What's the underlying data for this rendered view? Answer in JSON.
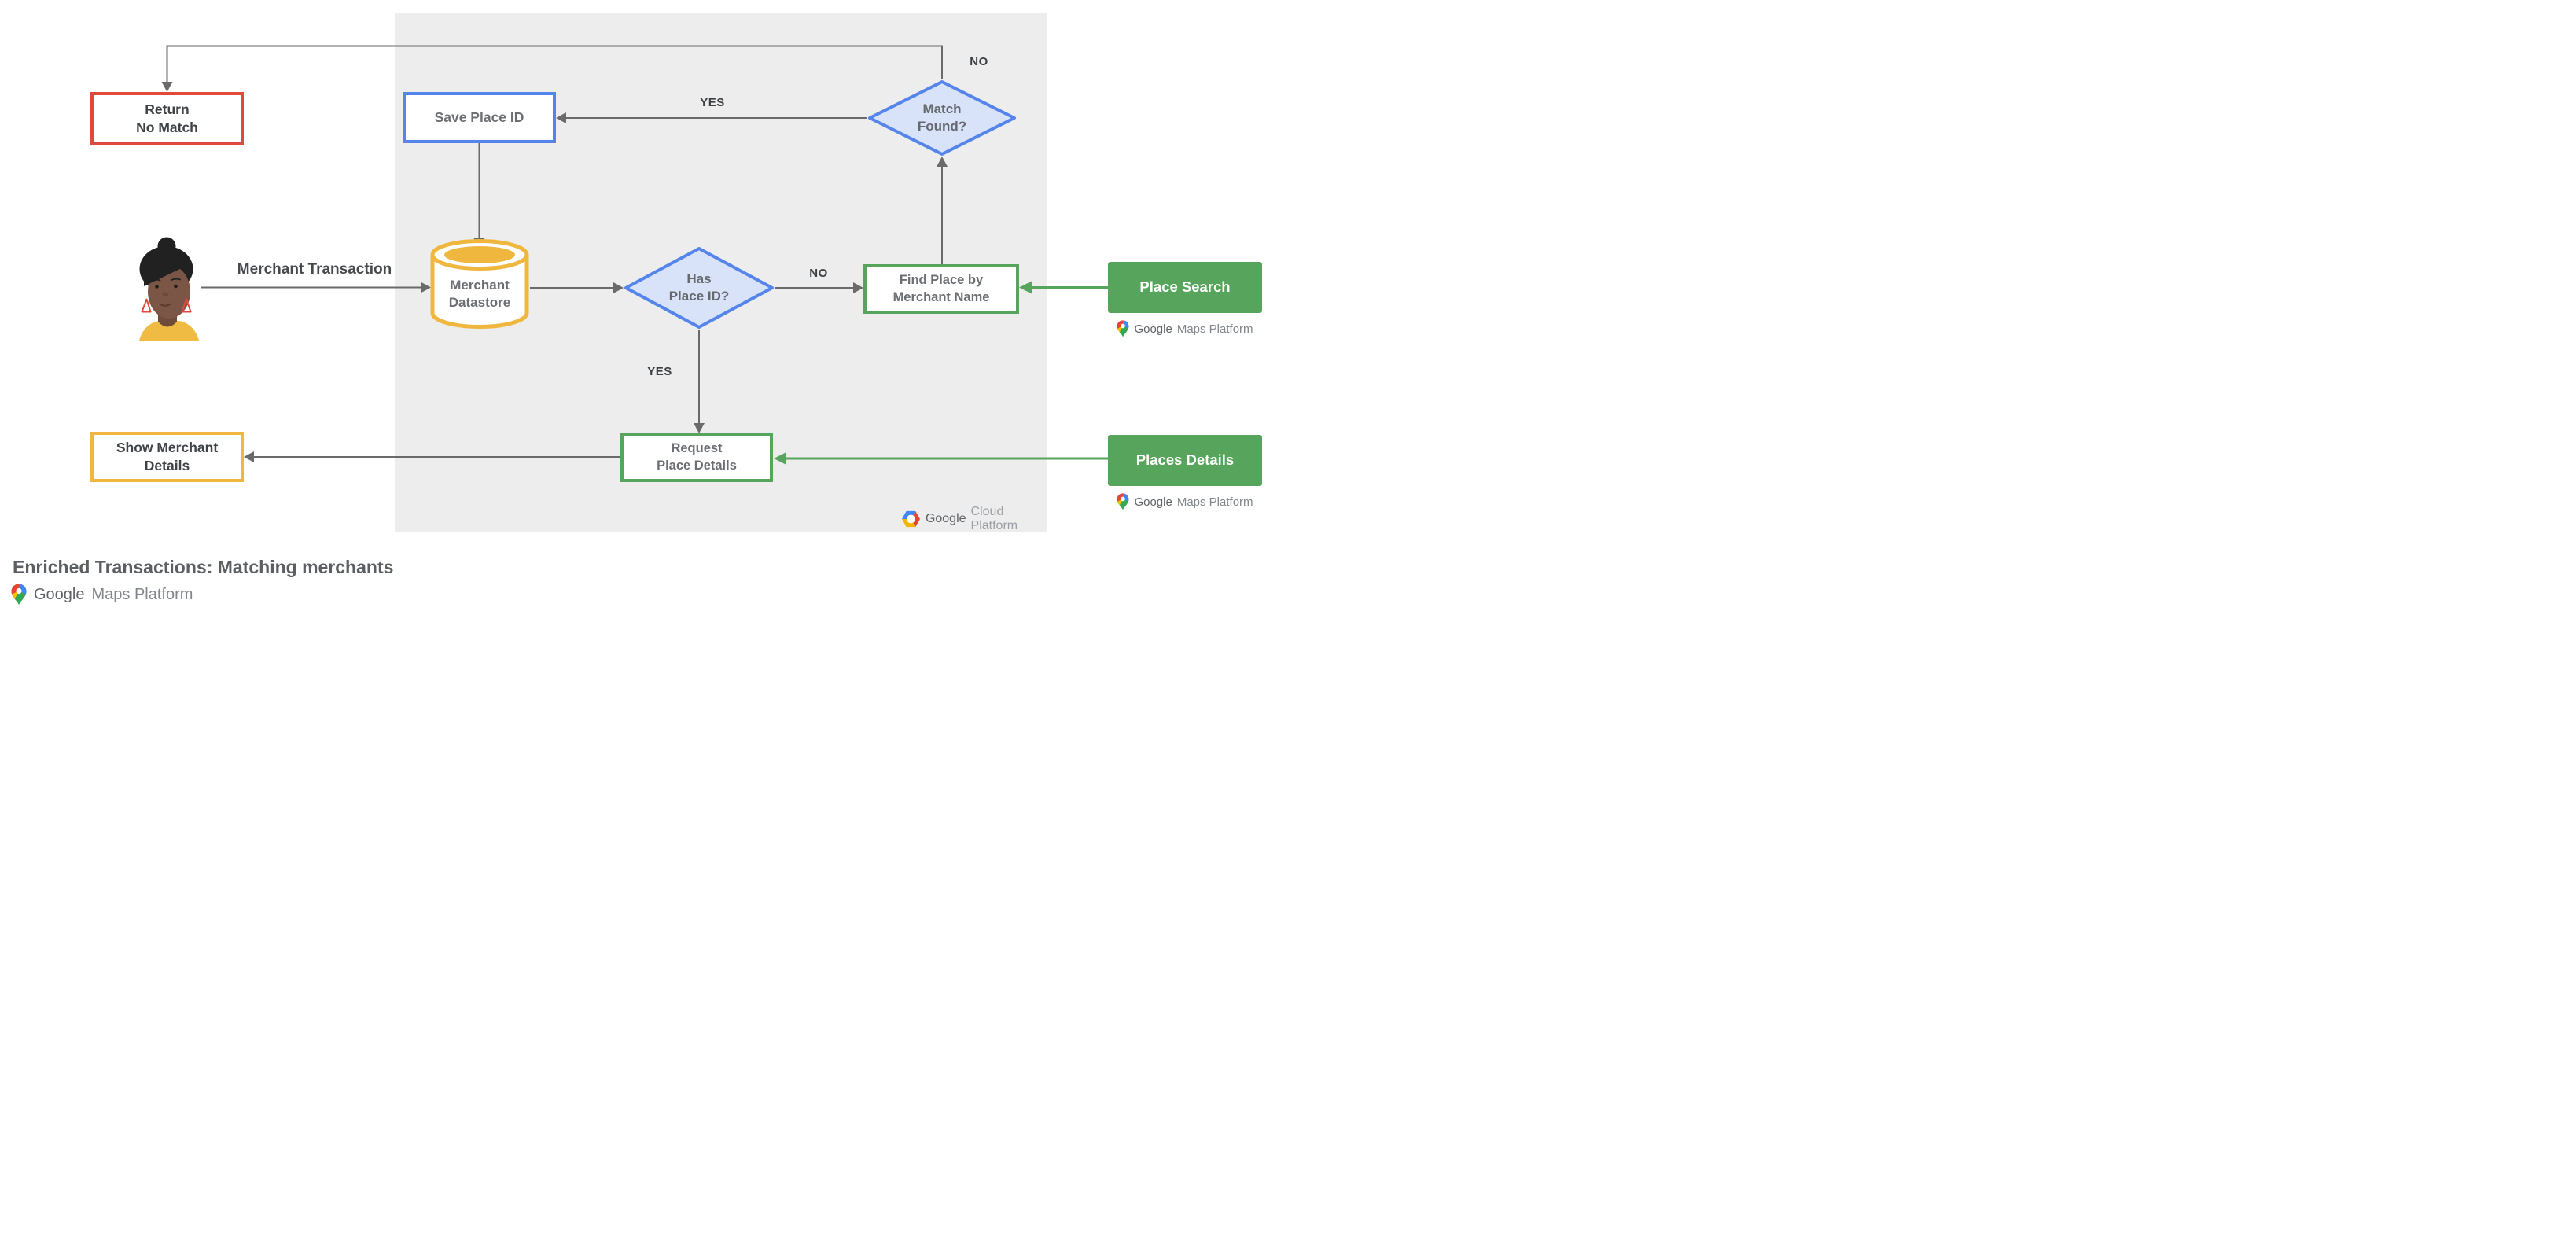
{
  "title": "Enriched Transactions: Matching merchants",
  "nodes": {
    "return_no_match": {
      "label": "Return\nNo Match"
    },
    "save_place_id": {
      "label": "Save Place ID"
    },
    "match_found": {
      "label": "Match\nFound?"
    },
    "merchant_datastore": {
      "label": "Merchant\nDatastore"
    },
    "has_place_id": {
      "label": "Has\nPlace ID?"
    },
    "find_place": {
      "label": "Find Place by\nMerchant Name"
    },
    "request_place_details": {
      "label": "Request\nPlace Details"
    },
    "show_merchant_details": {
      "label": "Show Merchant\nDetails"
    },
    "place_search": {
      "label": "Place Search"
    },
    "places_details": {
      "label": "Places Details"
    }
  },
  "edge_labels": {
    "match_no": "NO",
    "match_yes": "YES",
    "has_no": "NO",
    "has_yes": "YES",
    "merchant_transaction": "Merchant Transaction"
  },
  "logos": {
    "google_maps_platform": {
      "google": "Google",
      "product": "Maps Platform"
    },
    "google_cloud_platform": {
      "google": "Google",
      "product": "Cloud Platform"
    }
  },
  "colors": {
    "red": "#E2493D",
    "blue": "#5585EA",
    "blue_fill": "#D8E2F9",
    "yellow": "#EFB73E",
    "green": "#57A55C",
    "panel": "#EDEDED",
    "connector": "#6A6A6A"
  }
}
